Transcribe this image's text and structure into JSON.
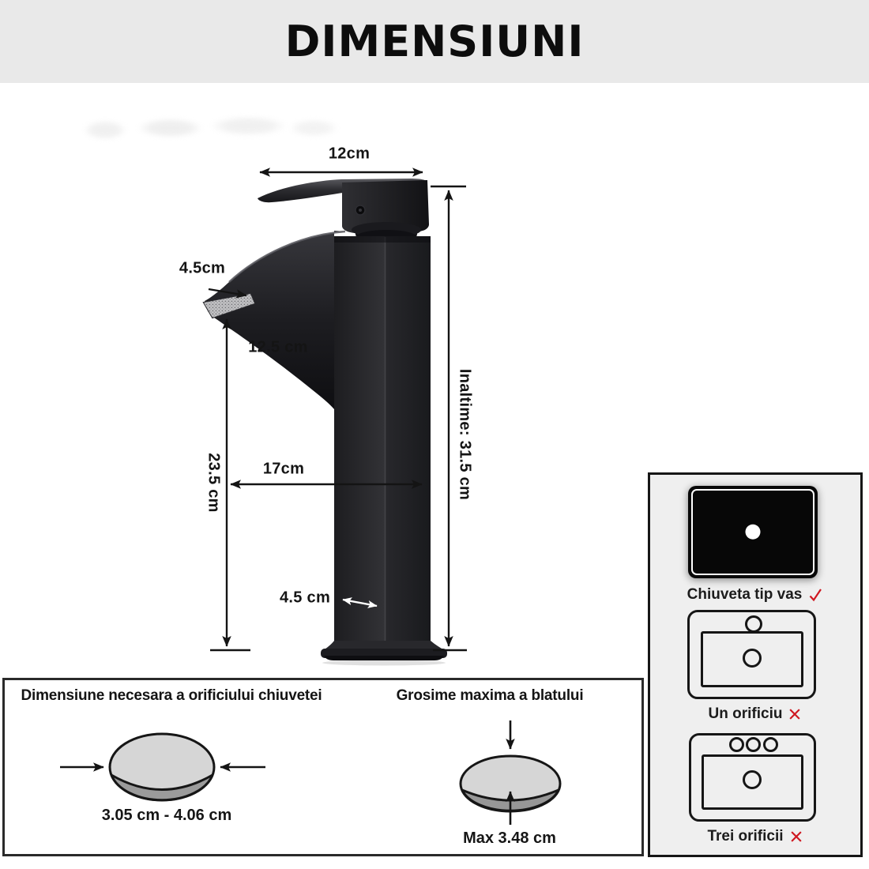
{
  "header": {
    "title": "DIMENSIUNI"
  },
  "dimensions": {
    "spout_length_top": "12cm",
    "spout_tip_width": "4.5cm",
    "tip_height": "12.5 cm",
    "column_height": "23.5 cm",
    "reach": "17cm",
    "body_width": "4.5 cm",
    "total_height": "Inaltime: 31.5 cm"
  },
  "hole_box": {
    "title": "Dimensiune necesara a orificiului chiuvetei",
    "range": "3.05 cm - 4.06 cm"
  },
  "thickness_box": {
    "title": "Grosime maxima a blatului",
    "max": "Max 3.48 cm"
  },
  "compatibility": {
    "mark_color": "#cf1720",
    "items": [
      {
        "label": "Chiuveta tip vas",
        "mark": "check"
      },
      {
        "label": "Un orificiu",
        "mark": "cross"
      },
      {
        "label": "Trei orificii",
        "mark": "cross"
      }
    ]
  }
}
